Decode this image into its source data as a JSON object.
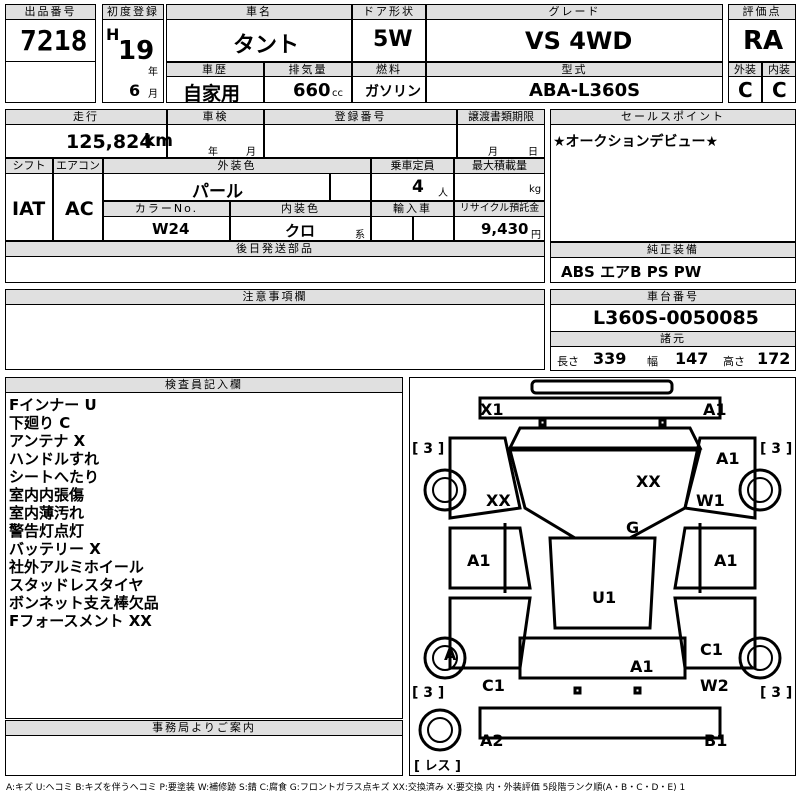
{
  "header": {
    "lot_label": "出品番号",
    "lot": "7218",
    "first_reg_label": "初度登録",
    "era": "H",
    "year": "19",
    "year_unit": "年",
    "month": "6",
    "month_unit": "月",
    "name_label": "車名",
    "name": "タント",
    "door_label": "ドア形状",
    "door": "5W",
    "grade_label": "グレード",
    "grade": "VS 4WD",
    "score_label": "評価点",
    "score": "RA",
    "history_label": "車歴",
    "history": "自家用",
    "displacement_label": "排気量",
    "displacement": "660",
    "displacement_unit": "cc",
    "fuel_label": "燃料",
    "fuel": "ガソリン",
    "model_label": "型式",
    "model": "ABA-L360S",
    "ext_label": "外装",
    "ext": "C",
    "int_label": "内装",
    "int": "C"
  },
  "row2": {
    "mileage_label": "走行",
    "mileage": "125,824",
    "mileage_unit": "km",
    "inspection_label": "車検",
    "inspection_year_unit": "年",
    "inspection_month_unit": "月",
    "reg_label": "登録番号",
    "transfer_label": "譲渡書類期限",
    "transfer_month_unit": "月",
    "transfer_day_unit": "日",
    "sales_label": "セールスポイント",
    "sales": "★オークションデビュー★"
  },
  "row3": {
    "shift_label": "シフト",
    "shift": "IAT",
    "ac_label": "エアコン",
    "ac": "AC",
    "color_label": "外装色",
    "color": "パール",
    "capacity_label": "乗車定員",
    "capacity": "4",
    "capacity_unit": "人",
    "load_label": "最大積載量",
    "load_unit": "kg",
    "colorno_label": "カラーNo.",
    "colorno": "W24",
    "intcolor_label": "内装色",
    "intcolor": "クロ",
    "intcolor_unit": "系",
    "import_label": "輸入車",
    "recycle_label": "リサイクル預託金",
    "recycle": "9,430",
    "recycle_unit": "円",
    "later_label": "後日発送部品",
    "equip_label": "純正装備",
    "equip": "ABS エアB PS PW"
  },
  "row4": {
    "caution_label": "注意事項欄",
    "chassis_label": "車台番号",
    "chassis": "L360S-0050085",
    "spec_label": "諸元",
    "length_label": "長さ",
    "length": "339",
    "width_label": "幅",
    "width": "147",
    "height_label": "高さ",
    "height": "172"
  },
  "inspector": {
    "label": "検査員記入欄",
    "notes": [
      "Fインナー U",
      "下廻り C",
      "アンテナ X",
      "ハンドルすれ",
      "シートへたり",
      "室内内張傷",
      "室内薄汚れ",
      "警告灯点灯",
      "バッテリー X",
      "社外アルミホイール",
      "スタッドレスタイヤ",
      "ボンネット支え棒欠品",
      "Fフォースメント XX"
    ],
    "office_label": "事務局よりご案内"
  },
  "diagram": {
    "marks": {
      "x1": "X1",
      "a1_tr": "A1",
      "a1_rf": "A1",
      "xx_l": "XX",
      "xx_c": "XX",
      "w1": "W1",
      "g": "G",
      "a1_ld": "A1",
      "a1_rd": "A1",
      "u1": "U1",
      "a_l": "A",
      "c1_r": "C1",
      "a1_c": "A1",
      "c1_l": "C1",
      "w2": "W2",
      "a2": "A2",
      "b1": "B1"
    },
    "tread": {
      "fl": "3",
      "fr": "3",
      "rl": "3",
      "rr": "3"
    },
    "spare": "レス"
  },
  "legend": "A:キズ U:ヘコミ B:キズを伴うヘコミ P:要塗装 W:補修跡 S:錆 C:腐食 G:フロントガラス点キズ XX:交換済み X:要交換 内・外装評価 5段階ランク順(A・B・C・D・E) 1"
}
